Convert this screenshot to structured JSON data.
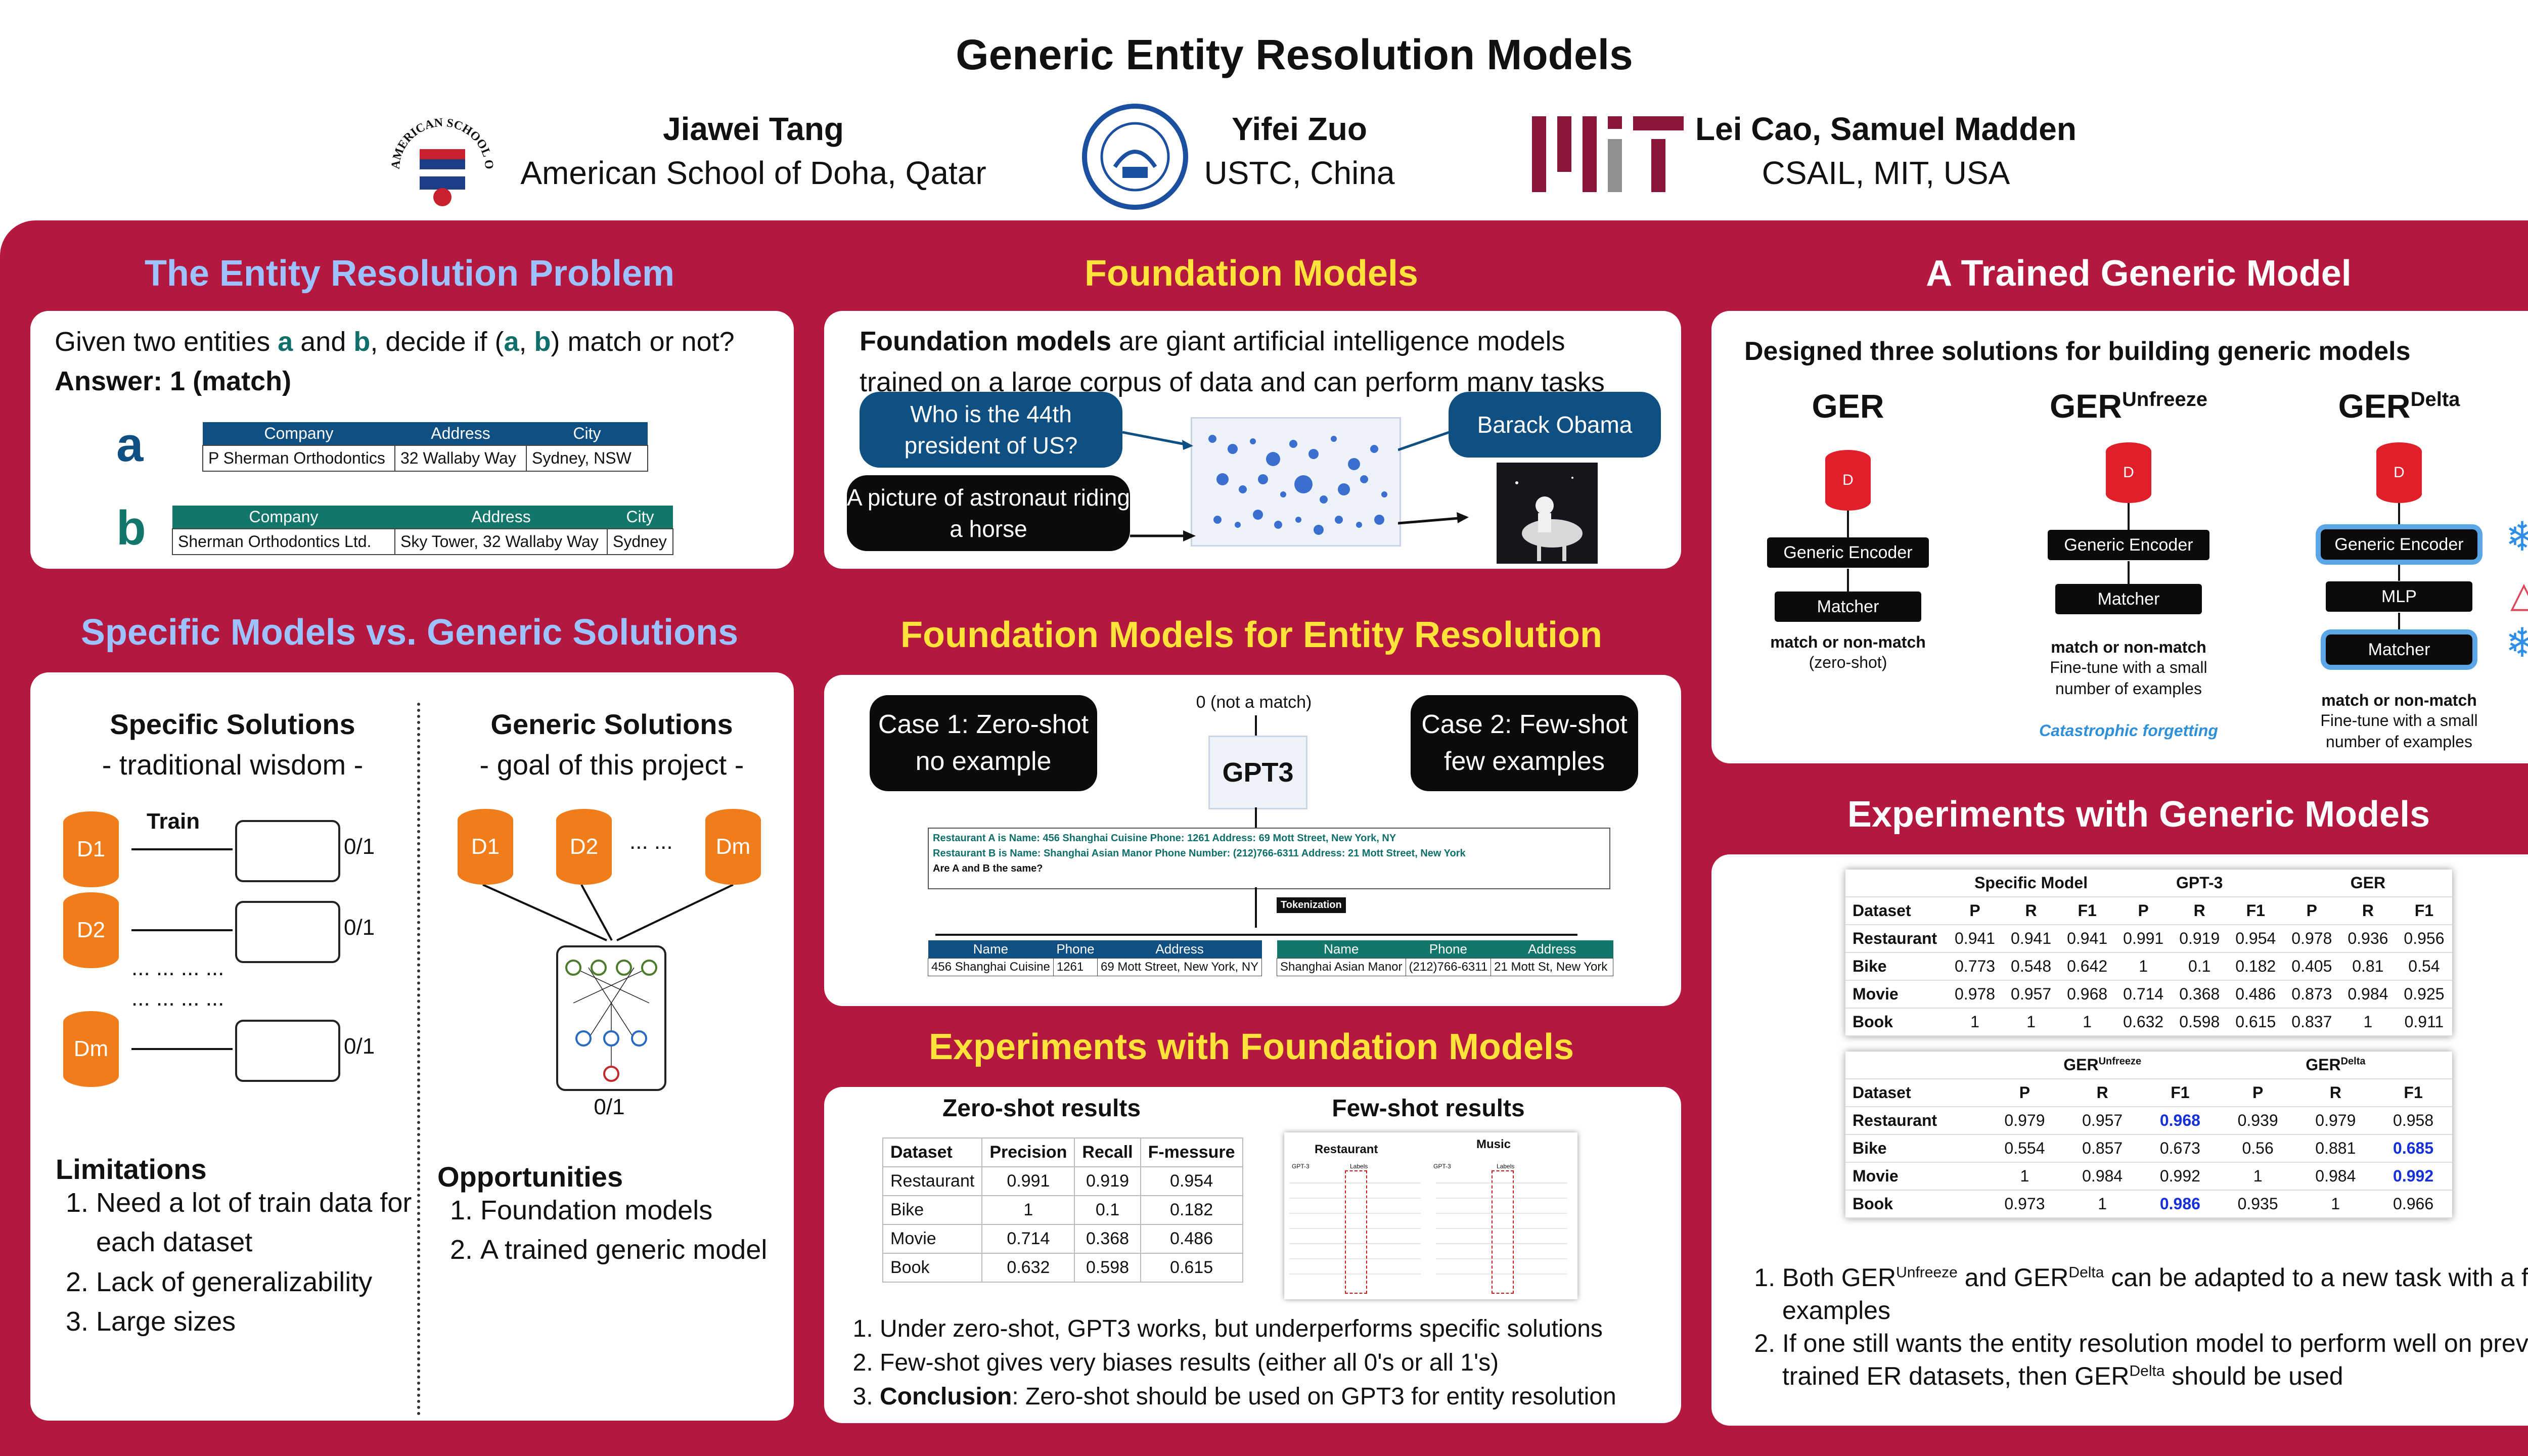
{
  "title": "Generic Entity Resolution Models",
  "authors": [
    {
      "name": "Jiawei Tang",
      "affiliation": "American School of Doha, Qatar",
      "logo": "american-school-of-doha-seal",
      "logo_text": "AMERICAN SCHOOL OF DOHA"
    },
    {
      "name": "Yifei Zuo",
      "affiliation": "USTC, China",
      "logo": "ustc-seal"
    },
    {
      "name": "Lei Cao, Samuel Madden",
      "affiliation": "CSAIL, MIT, USA",
      "logo": "mit-logo"
    }
  ],
  "colors": {
    "frame": "#b5183e",
    "yellow_title": "#ffe23a",
    "blue_title": "#9cc3ff",
    "table_header": "#0f4f81",
    "table_header_b": "#12766a",
    "cylinder": "#f07d1a",
    "db_red": "#e01f2a",
    "highlight": "#1530d8"
  },
  "er_problem": {
    "title": "The Entity Resolution Problem",
    "question_pre": "Given two entities ",
    "a": "a",
    "and": " and ",
    "b": "b",
    "question_post": ", decide if (",
    "question_end": ") match or not?",
    "comma": ", ",
    "answer": "Answer: 1 (match)",
    "table_a": {
      "headers": [
        "Company",
        "Address",
        "City"
      ],
      "row": [
        "P Sherman Orthodontics",
        "32 Wallaby Way",
        "Sydney, NSW"
      ]
    },
    "table_b": {
      "headers": [
        "Company",
        "Address",
        "City"
      ],
      "row": [
        "Sherman Orthodontics Ltd.",
        "Sky Tower, 32 Wallaby Way",
        "Sydney"
      ]
    }
  },
  "specific_vs_generic": {
    "title": "Specific Models vs. Generic Solutions",
    "specific_title": "Specific Solutions",
    "specific_sub": "- traditional wisdom -",
    "generic_title": "Generic Solutions",
    "generic_sub": "- goal of this project -",
    "train": "Train",
    "output": "0/1",
    "datasets": [
      "D1",
      "D2",
      "Dm"
    ],
    "dots_row1": "... ... ... ...",
    "dots_row2": "... ... ... ...",
    "dots_generic": "... ...",
    "limitations_title": "Limitations",
    "limitations": [
      "Need a lot of  train data for each dataset",
      "Lack of generalizability",
      "Large sizes"
    ],
    "opportunities_title": "Opportunities",
    "opportunities": [
      "Foundation models",
      "A trained generic model"
    ]
  },
  "foundation": {
    "title": "Foundation Models",
    "desc_bold": "Foundation models",
    "desc_rest": " are giant artificial intelligence models trained on a large corpus of data and can perform many tasks",
    "q1": "Who is the 44th president of US?",
    "q2": "A picture of astronaut riding a horse",
    "answer": "Barack Obama",
    "image": "astronaut-riding-horse-image"
  },
  "fm_er": {
    "title": "Foundation Models for Entity Resolution",
    "case1": "Case 1: Zero-shot no example",
    "case2": "Case 2: Few-shot few examples",
    "output": "0 (not a match)",
    "model": "GPT3",
    "prompt_a": "Restaurant A is Name: 456 Shanghai Cuisine Phone: 1261 Address: 69 Mott Street, New York, NY",
    "prompt_b": "Restaurant B is Name: Shanghai Asian Manor Phone Number: (212)766-6311 Address: 21 Mott Street, New York",
    "prompt_q": "Are A and B the same?",
    "tokenization": "Tokenization",
    "table_a": {
      "headers": [
        "Name",
        "Phone",
        "Address"
      ],
      "row": [
        "456 Shanghai Cuisine",
        "1261",
        "69 Mott Street, New York, NY"
      ]
    },
    "table_b": {
      "headers": [
        "Name",
        "Phone",
        "Address"
      ],
      "row": [
        "Shanghai Asian Manor",
        "(212)766-6311",
        "21 Mott St, New York"
      ]
    }
  },
  "fm_experiments": {
    "title": "Experiments with Foundation Models",
    "zero_title": "Zero-shot results",
    "few_title": "Few-shot results",
    "zero_table": {
      "headers": [
        "Dataset",
        "Precision",
        "Recall",
        "F-messure"
      ],
      "rows": [
        [
          "Restaurant",
          "0.991",
          "0.919",
          "0.954"
        ],
        [
          "Bike",
          "1",
          "0.1",
          "0.182"
        ],
        [
          "Movie",
          "0.714",
          "0.368",
          "0.486"
        ],
        [
          "Book",
          "0.632",
          "0.598",
          "0.615"
        ]
      ]
    },
    "few_labels": [
      "Restaurant",
      "Music"
    ],
    "few_sub": [
      "GPT-3",
      "Labels"
    ],
    "conclusions_bold": "Conclusion",
    "notes": [
      "Under zero-shot, GPT3 works, but underperforms specific solutions",
      "Few-shot gives very biases results (either all 0's or all 1's)",
      ": Zero-shot should be used on GPT3 for entity resolution"
    ]
  },
  "trained_generic": {
    "title": "A Trained Generic Model",
    "intro": "Designed three solutions for building generic models",
    "models": [
      {
        "name": "GER",
        "sup": "",
        "encoder": "Generic Encoder",
        "mid": "",
        "matcher": "Matcher",
        "out": "match or non-match",
        "note": "(zero-shot)",
        "extra": ""
      },
      {
        "name": "GER",
        "sup": "Unfreeze",
        "encoder": "Generic Encoder",
        "mid": "",
        "matcher": "Matcher",
        "out": "match or non-match",
        "note": "Fine-tune with a small number of examples",
        "extra": "Catastrophic forgetting"
      },
      {
        "name": "GER",
        "sup": "Delta",
        "encoder": "Generic Encoder",
        "mid": "MLP",
        "matcher": "Matcher",
        "out": "match or non-match",
        "note": "Fine-tune with a small number of examples",
        "extra": ""
      }
    ],
    "db": "D"
  },
  "generic_experiments": {
    "title": "Experiments with Generic Models",
    "table1": {
      "groups": [
        "Specific Model",
        "GPT-3",
        "GER"
      ],
      "metrics": [
        "P",
        "R",
        "F1"
      ],
      "dataset_label": "Dataset",
      "rows": [
        {
          "name": "Restaurant",
          "values": [
            "0.941",
            "0.941",
            "0.941",
            "0.991",
            "0.919",
            "0.954",
            "0.978",
            "0.936",
            "0.956"
          ]
        },
        {
          "name": "Bike",
          "values": [
            "0.773",
            "0.548",
            "0.642",
            "1",
            "0.1",
            "0.182",
            "0.405",
            "0.81",
            "0.54"
          ]
        },
        {
          "name": "Movie",
          "values": [
            "0.978",
            "0.957",
            "0.968",
            "0.714",
            "0.368",
            "0.486",
            "0.873",
            "0.984",
            "0.925"
          ]
        },
        {
          "name": "Book",
          "values": [
            "1",
            "1",
            "1",
            "0.632",
            "0.598",
            "0.615",
            "0.837",
            "1",
            "0.911"
          ]
        }
      ]
    },
    "table2": {
      "groups": [
        {
          "name": "GER",
          "sup": "Unfreeze"
        },
        {
          "name": "GER",
          "sup": "Delta"
        }
      ],
      "metrics": [
        "P",
        "R",
        "F1"
      ],
      "dataset_label": "Dataset",
      "rows": [
        {
          "name": "Restaurant",
          "values": [
            "0.979",
            "0.957",
            "0.968",
            "0.939",
            "0.979",
            "0.958"
          ],
          "bold": [
            2
          ]
        },
        {
          "name": "Bike",
          "values": [
            "0.554",
            "0.857",
            "0.673",
            "0.56",
            "0.881",
            "0.685"
          ],
          "bold": [
            5
          ]
        },
        {
          "name": "Movie",
          "values": [
            "1",
            "0.984",
            "0.992",
            "1",
            "0.984",
            "0.992"
          ],
          "bold": [
            5
          ]
        },
        {
          "name": "Book",
          "values": [
            "0.973",
            "1",
            "0.986",
            "0.935",
            "1",
            "0.966"
          ],
          "bold": [
            2
          ]
        }
      ]
    },
    "note1_pre": "Both GER",
    "note1_sup1": "Unfreeze",
    "note1_mid": " and GER",
    "note1_sup2": "Delta",
    "note1_post": " can be adapted to a new task with a few train examples",
    "note2_pre": "If one still wants the entity resolution model to perform well on previously trained ER datasets, then GER",
    "note2_sup": "Delta",
    "note2_post": " should be used"
  }
}
